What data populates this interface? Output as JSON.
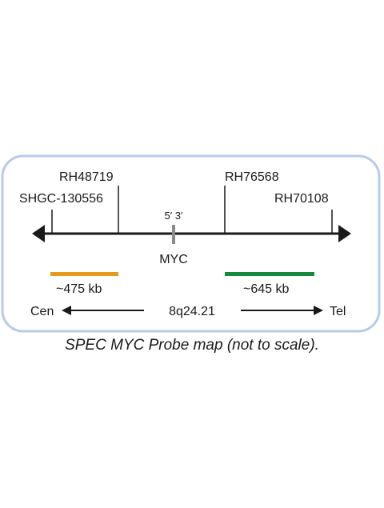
{
  "colors": {
    "frame": "#b7cbe6",
    "line": "#1a1a1a",
    "myc_marker": "#8a8a8a",
    "probe_left": "#e59a1c",
    "probe_right": "#17893b"
  },
  "markers": {
    "shgc": "SHGC-130556",
    "rh48719": "RH48719",
    "rh76568": "RH76568",
    "rh70108": "RH70108"
  },
  "gene": {
    "orientation": "5′ 3′",
    "name": "MYC"
  },
  "probes": {
    "left_size": "~475 kb",
    "right_size": "~645 kb"
  },
  "axis": {
    "cen": "Cen",
    "band": "8q24.21",
    "tel": "Tel"
  },
  "caption": "SPEC MYC Probe map (not to scale)."
}
